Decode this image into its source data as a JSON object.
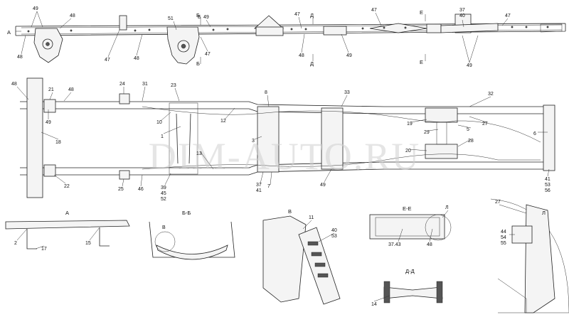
{
  "watermark": "DIM-AUTO.RU",
  "section_marks": {
    "A_left": "А",
    "B_top1": "Б",
    "B_top2": "Б",
    "D_top1": "Д",
    "D_top2": "Д",
    "E_top1": "Е",
    "E_top2": "Е"
  },
  "detail_titles": {
    "A": "А",
    "BB": "Б-Б",
    "V": "В",
    "EE": "Е-Е",
    "DD": "Д-Д",
    "L": "Л"
  },
  "callouts_top": [
    "49",
    "48",
    "48",
    "47",
    "48",
    "51",
    "Б",
    "49",
    "47",
    "47",
    "47",
    "37",
    "40",
    "47",
    "48",
    "49",
    "49"
  ],
  "callouts_middle": [
    "48",
    "21",
    "48",
    "49",
    "18",
    "22",
    "24",
    "31",
    "23",
    "10",
    "1",
    "25",
    "46",
    "39",
    "45",
    "52",
    "12",
    "13",
    "8",
    "3",
    "37",
    "41",
    "7",
    "49",
    "33",
    "19",
    "29",
    "5",
    "27",
    "32",
    "28",
    "20",
    "6",
    "41",
    "53",
    "56"
  ],
  "callouts_details": [
    "2",
    "17",
    "15",
    "В",
    "11",
    "40",
    "53",
    "37.43",
    "48",
    "Л",
    "14",
    "27",
    "44",
    "54",
    "55"
  ]
}
